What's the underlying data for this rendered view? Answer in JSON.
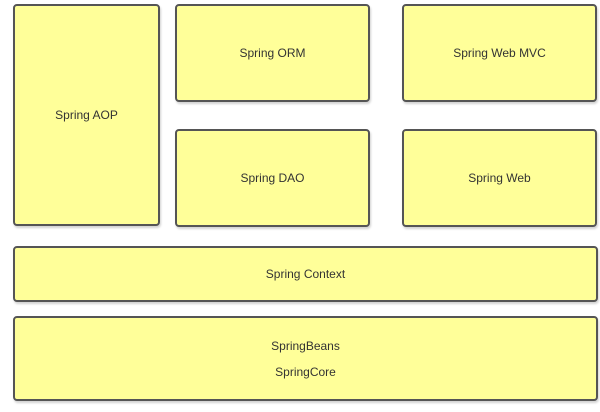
{
  "colors": {
    "box_fill": "#ffff99",
    "box_border": "#555555",
    "text": "#333333"
  },
  "modules": {
    "aop": "Spring AOP",
    "orm": "Spring ORM",
    "web_mvc": "Spring Web MVC",
    "dao": "Spring DAO",
    "web": "Spring Web",
    "context": "Spring Context",
    "beans": "SpringBeans",
    "core": "SpringCore"
  }
}
